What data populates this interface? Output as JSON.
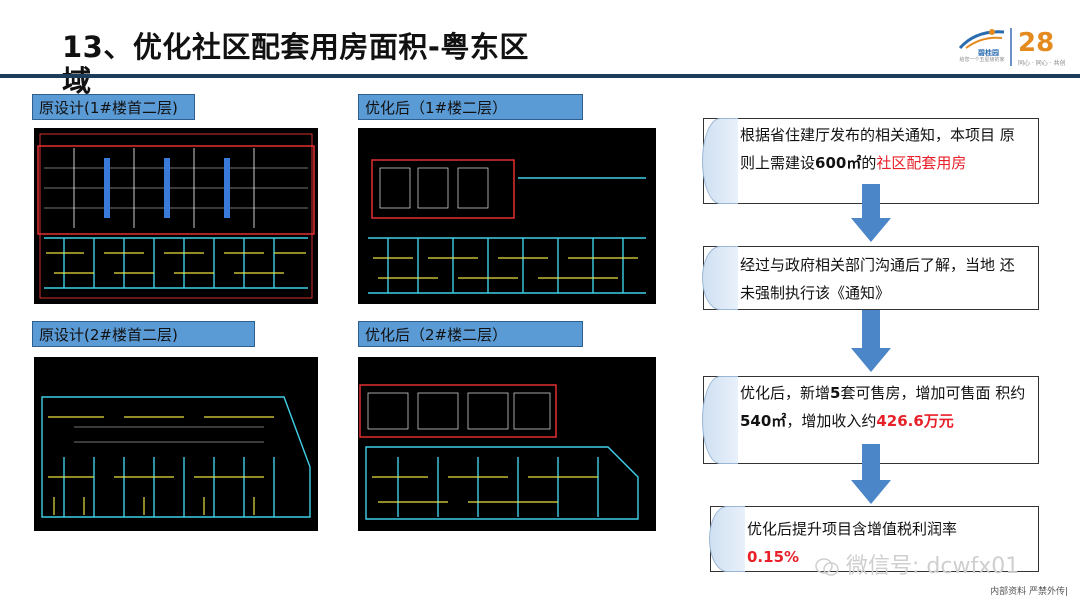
{
  "header": {
    "title": "13、优化社区配套用房面积-粤东区域",
    "logo": {
      "brand_name": "碧桂园",
      "brand_sub": "给您一个五星级的家",
      "anniversary": "28",
      "anniversary_sub": "同心 · 同心 · 共创"
    }
  },
  "panels": [
    {
      "label": "原设计(1#楼首二层)",
      "plan": "floor-plan-1-original"
    },
    {
      "label": "优化后（1#楼二层）",
      "plan": "floor-plan-1-optimized"
    },
    {
      "label": "原设计(2#楼首二层)",
      "plan": "floor-plan-2-original"
    },
    {
      "label": "优化后（2#楼二层）",
      "plan": "floor-plan-2-optimized"
    }
  ],
  "flow": [
    {
      "text": "根据省住建厅发布的相关通知，本项目 原则上需建设",
      "bold": "600㎡",
      "after": "的",
      "highlight": "社区配套用房"
    },
    {
      "text": "经过与政府相关部门沟通后了解，当地 还未强制执行该《通知》"
    },
    {
      "text_a": "优化后，新增",
      "bold_a": "5",
      "text_b": "套可售房，增加可售面 积约",
      "bold_b": "540㎡",
      "text_c": "，增加收入约",
      "highlight": "426.6万元"
    },
    {
      "text": "优化后提升项目含增值税利润率",
      "highlight": "0.15%"
    }
  ],
  "watermark": "微信号: dcwfx01",
  "footer": "内部资料 严禁外传|",
  "colors": {
    "accent_blue": "#5b9bd5",
    "arrow_blue": "#4a86c8",
    "highlight_red": "#e8202a",
    "rule": "#1f3b5a"
  }
}
